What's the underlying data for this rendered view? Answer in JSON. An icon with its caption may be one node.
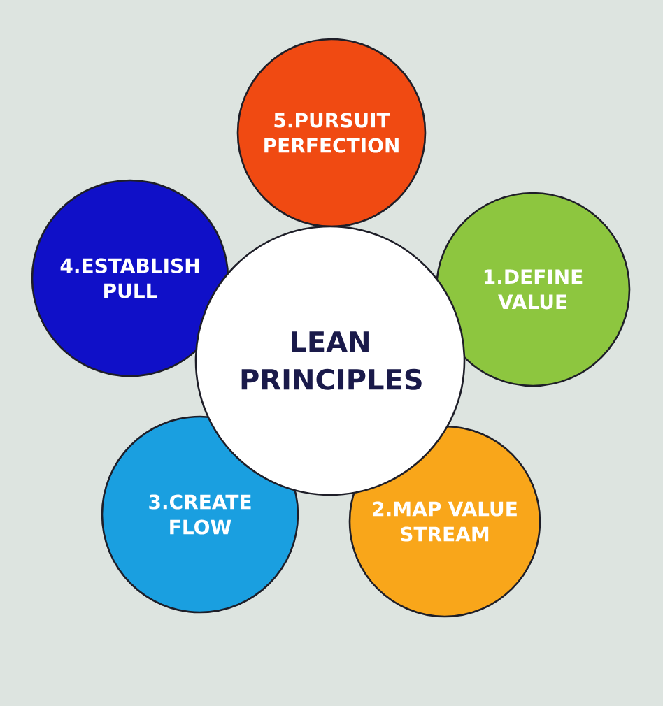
{
  "diagram": {
    "nodes": [
      {
        "text": [
          "LEAN PRINCIPLES"
        ]
      },
      {
        "text": [
          "1.DEFINE VALUE"
        ]
      },
      {
        "text": [
          "2.MAP VALUE STREAM"
        ]
      },
      {
        "text": [
          "3.CREATE FLOW"
        ]
      },
      {
        "text": [
          "4.ESTABLISH PULL"
        ]
      },
      {
        "text": [
          "5.PURSUIT PERFECTION"
        ]
      }
    ]
  }
}
